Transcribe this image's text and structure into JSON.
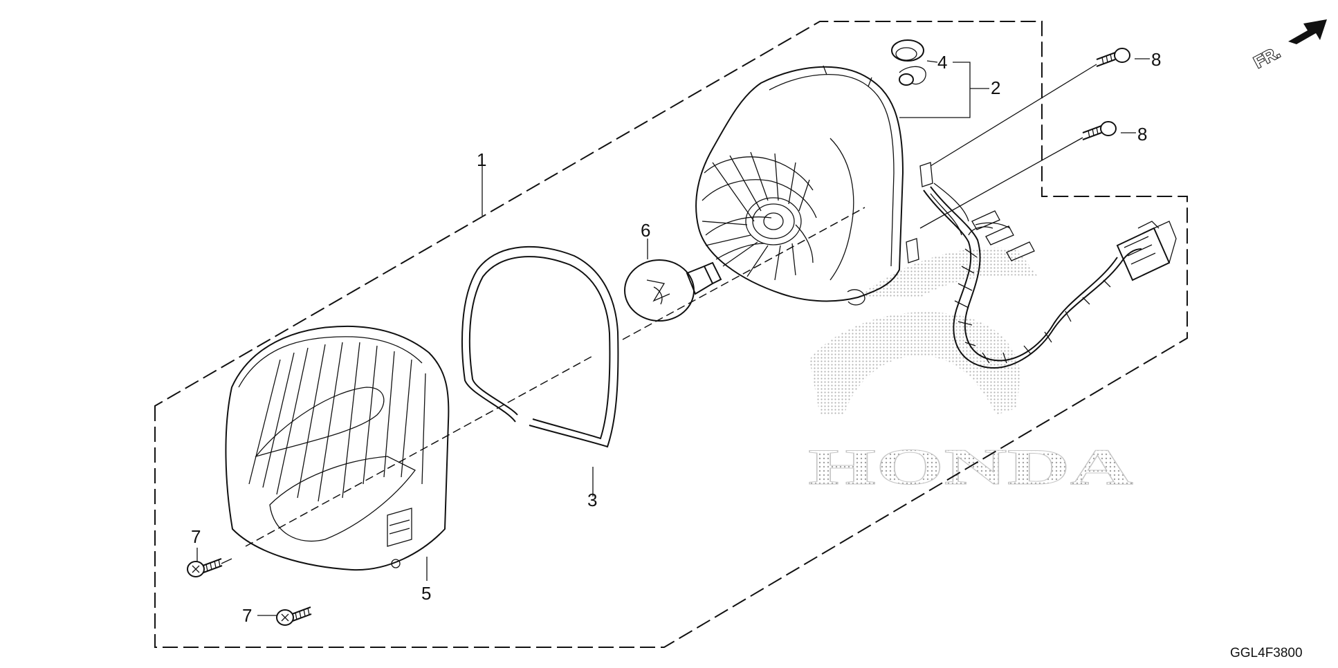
{
  "diagram": {
    "callouts": {
      "part_1": "1",
      "part_2": "2",
      "part_3": "3",
      "part_4": "4",
      "part_5": "5",
      "part_6": "6",
      "part_7_upper": "7",
      "part_7_lower": "7",
      "part_8_upper": "8",
      "part_8_lower": "8"
    },
    "front_indicator": "FR.",
    "watermark": "HONDA",
    "figure_code": "GGL4F3800"
  }
}
